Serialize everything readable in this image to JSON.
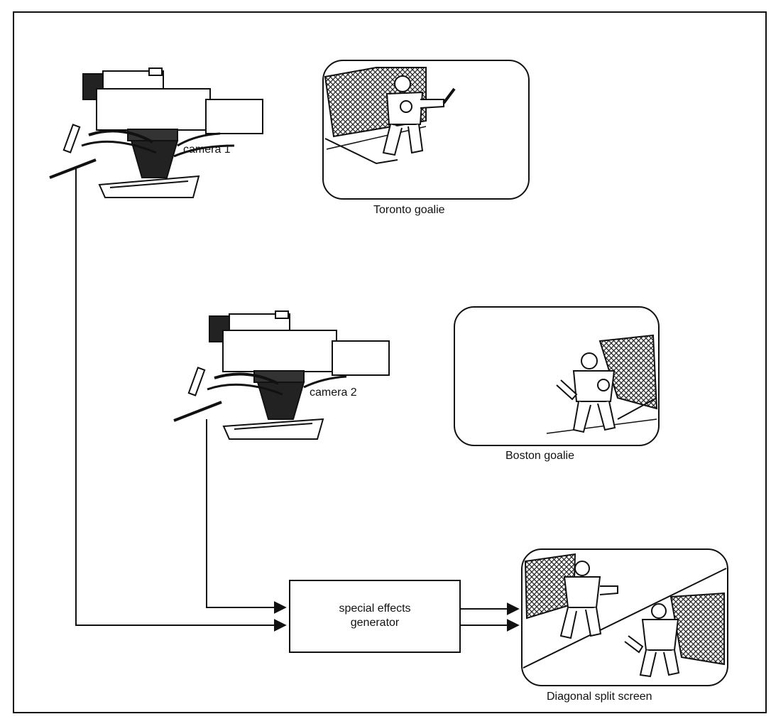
{
  "cameras": [
    {
      "label": "camera 1"
    },
    {
      "label": "camera 2"
    }
  ],
  "screens": [
    {
      "caption": "Toronto goalie"
    },
    {
      "caption": "Boston goalie"
    },
    {
      "caption": "Diagonal split screen"
    }
  ],
  "generator": {
    "line1": "special effects",
    "line2": "generator"
  },
  "colors": {
    "ink": "#111111",
    "paper": "#ffffff"
  }
}
